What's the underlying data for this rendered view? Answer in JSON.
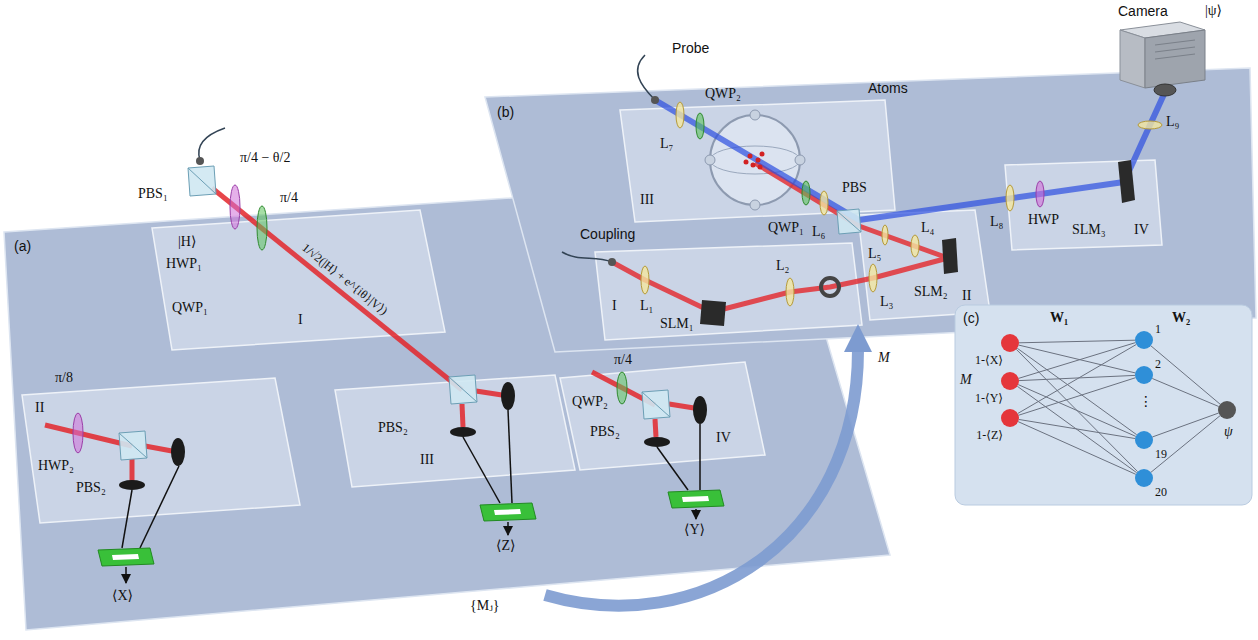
{
  "diagram": {
    "nodes": [
      {
        "text": [
          "(a)"
        ]
      },
      {
        "text": [
          "I"
        ],
        "in": 0
      },
      {
        "text": [
          "II"
        ],
        "in": 0
      },
      {
        "text": [
          "III"
        ],
        "in": 0
      },
      {
        "text": [
          "IV"
        ],
        "in": 0
      },
      {
        "text": [
          "(b)"
        ]
      },
      {
        "text": [
          "I"
        ],
        "in": 5
      },
      {
        "text": [
          "II"
        ],
        "in": 5
      },
      {
        "text": [
          "III"
        ],
        "in": 5
      },
      {
        "text": [
          "IV"
        ],
        "in": 5
      },
      {
        "text": [
          "(c)"
        ]
      },
      {
        "text": [
          "1-⟨X⟩"
        ],
        "in": 10
      },
      {
        "text": [
          "1-⟨Y⟩"
        ],
        "in": 10
      },
      {
        "text": [
          "1-⟨Z⟩"
        ],
        "in": 10
      },
      {
        "text": [
          "1"
        ],
        "in": 10
      },
      {
        "text": [
          "2"
        ],
        "in": 10
      },
      {
        "text": [
          "19"
        ],
        "in": 10
      },
      {
        "text": [
          "20"
        ],
        "in": 10
      },
      {
        "text": [
          "ψ"
        ],
        "in": 10
      }
    ],
    "edges": [
      {
        "from": 11,
        "to": 14,
        "arrow": "none"
      },
      {
        "from": 11,
        "to": 15,
        "arrow": "none"
      },
      {
        "from": 11,
        "to": 16,
        "arrow": "none"
      },
      {
        "from": 11,
        "to": 17,
        "arrow": "none"
      },
      {
        "from": 12,
        "to": 14,
        "arrow": "none"
      },
      {
        "from": 12,
        "to": 15,
        "arrow": "none"
      },
      {
        "from": 12,
        "to": 16,
        "arrow": "none"
      },
      {
        "from": 12,
        "to": 17,
        "arrow": "none"
      },
      {
        "from": 13,
        "to": 14,
        "arrow": "none"
      },
      {
        "from": 13,
        "to": 15,
        "arrow": "none"
      },
      {
        "from": 13,
        "to": 16,
        "arrow": "none"
      },
      {
        "from": 13,
        "to": 17,
        "arrow": "none"
      },
      {
        "from": 14,
        "to": 18,
        "arrow": "none"
      },
      {
        "from": 15,
        "to": 18,
        "arrow": "none"
      },
      {
        "from": 16,
        "to": 18,
        "arrow": "none"
      },
      {
        "from": 17,
        "to": 18,
        "arrow": "none"
      }
    ],
    "labels": [
      "PBS₁",
      "|H⟩",
      "π/4 − θ/2",
      "π/4",
      "HWP₁",
      "QWP₁",
      "1/√2(|H⟩ + e^{iθ}|V⟩)",
      "π/8",
      "HWP₂",
      "PBS₂",
      "⟨X⟩",
      "PBS₂",
      "⟨Z⟩",
      "π/4",
      "QWP₂",
      "PBS₂",
      "⟨Y⟩",
      "{Mⱼ}",
      "M",
      "Camera",
      "|ψ⟩",
      "Probe",
      "QWP₂",
      "L₇",
      "Atoms",
      "QWP₁",
      "L₆",
      "PBS",
      "L₉",
      "L₈",
      "HWP",
      "SLM₃",
      "L₅",
      "L₄",
      "SLM₂",
      "Coupling",
      "L₁",
      "SLM₁",
      "L₂",
      "L₃",
      "W₁",
      "W₂",
      "M",
      "⋮"
    ]
  }
}
